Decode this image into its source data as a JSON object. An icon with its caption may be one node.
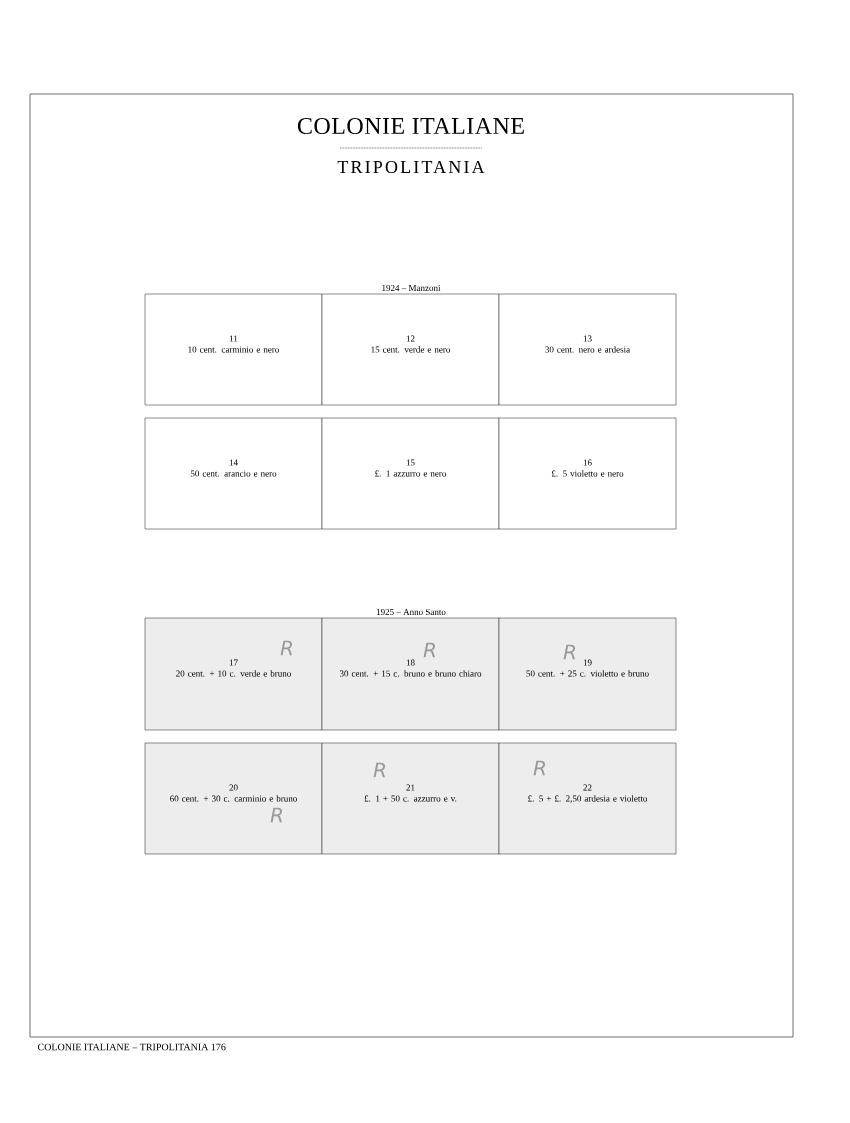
{
  "diagram": {
    "title": "COLONIE ITALIANE",
    "caption": "COLONIE ITALIANE –  TRIPOLITANIA   176",
    "nodes": [
      {
        "text": [
          "11",
          "10 cent. carminio e nero"
        ]
      },
      {
        "text": [
          "12",
          "15 cent. verde e nero"
        ]
      },
      {
        "text": [
          "13",
          "30 cent. nero e ardesia"
        ]
      },
      {
        "text": [
          "14",
          "50 cent. arancio e nero"
        ]
      },
      {
        "text": [
          "15",
          "£. 1 azzurro e nero"
        ]
      },
      {
        "text": [
          "16",
          "£. 5 violetto e nero"
        ]
      },
      {
        "text": [
          "17",
          "20 cent. + 10 c.  verde e bruno"
        ]
      },
      {
        "text": [
          "18",
          "30 cent. + 15  c.  bruno e bruno chiaro"
        ]
      },
      {
        "text": [
          "19",
          "50 cent. + 25 c.  violetto e bruno"
        ]
      },
      {
        "text": [
          "20",
          "60 cent. + 30 c.  carminio e bruno"
        ]
      },
      {
        "text": [
          "21",
          "£. 1 + 50 c. azzurro e v."
        ]
      },
      {
        "text": [
          "22",
          "£. 5 + £. 2,50 ardesia e violetto"
        ]
      }
    ],
    "labels": [
      "TRIPOLITANIA",
      "1924 – Manzoni",
      "1925 – Anno Santo",
      "R",
      "R",
      "R",
      "R",
      "R",
      "R"
    ]
  }
}
